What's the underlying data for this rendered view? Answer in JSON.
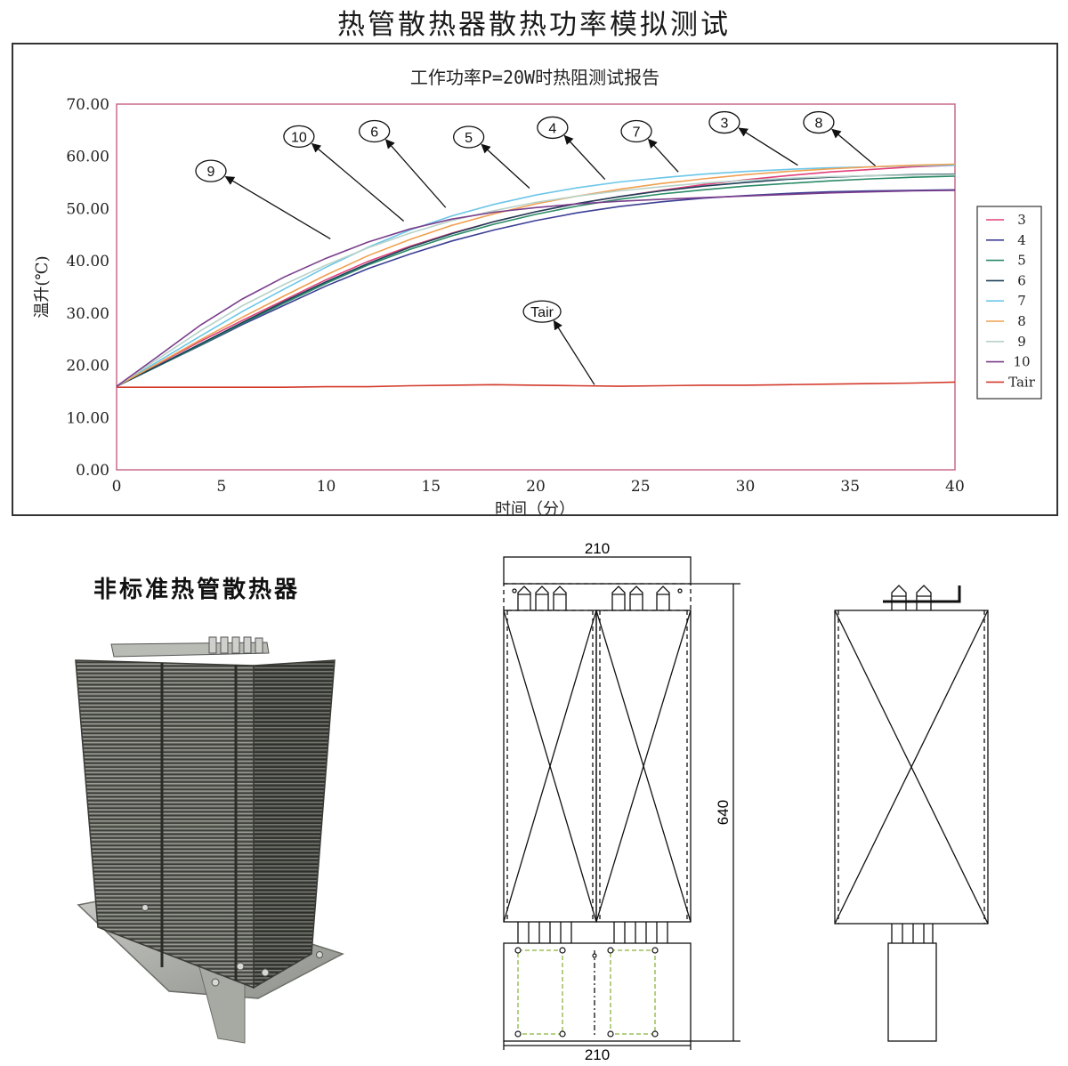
{
  "page_title": "热管散热器散热功率模拟测试",
  "chart_data": {
    "type": "line",
    "title": "工作功率P=20W时热阻测试报告",
    "xlabel": "时间（分）",
    "ylabel": "温升(℃)",
    "xlim": [
      0,
      40
    ],
    "ylim": [
      0,
      70
    ],
    "x_ticks": [
      "0",
      "5",
      "10",
      "15",
      "20",
      "25",
      "30",
      "35",
      "40"
    ],
    "y_ticks": [
      "0.00",
      "10.00",
      "20.00",
      "30.00",
      "40.00",
      "50.00",
      "60.00",
      "70.00"
    ],
    "legend_position": "right",
    "x": [
      0,
      2,
      4,
      6,
      8,
      10,
      12,
      14,
      16,
      18,
      20,
      22,
      24,
      26,
      28,
      30,
      32,
      34,
      36,
      38,
      40
    ],
    "series": [
      {
        "name": "3",
        "color": "#e0407a",
        "values": [
          16,
          20.3,
          24.6,
          28.6,
          32.5,
          36.4,
          39.9,
          42.8,
          45.3,
          47.5,
          49.4,
          51.0,
          52.3,
          53.5,
          54.6,
          55.5,
          56.3,
          57.0,
          57.5,
          58.0,
          58.3
        ]
      },
      {
        "name": "4",
        "color": "#3c3f94",
        "values": [
          16,
          19.9,
          23.8,
          27.8,
          31.5,
          35.2,
          38.5,
          41.3,
          43.8,
          45.9,
          47.7,
          49.2,
          50.4,
          51.3,
          52.0,
          52.5,
          52.9,
          53.2,
          53.4,
          53.5,
          53.6
        ]
      },
      {
        "name": "5",
        "color": "#2a8a66",
        "values": [
          16,
          19.9,
          23.9,
          28.0,
          31.9,
          35.7,
          39.2,
          42.2,
          44.8,
          47.0,
          48.9,
          50.5,
          51.8,
          52.8,
          53.6,
          54.3,
          54.8,
          55.3,
          55.7,
          56.0,
          56.2
        ]
      },
      {
        "name": "6",
        "color": "#1d3f58",
        "values": [
          16,
          20.0,
          24.1,
          28.2,
          32.2,
          36.0,
          39.5,
          42.6,
          45.2,
          47.5,
          49.4,
          51.0,
          52.3,
          53.4,
          54.3,
          55.0,
          55.6,
          56.0,
          56.3,
          56.5,
          56.6
        ]
      },
      {
        "name": "7",
        "color": "#6cc6e8",
        "values": [
          16,
          20.8,
          25.6,
          30.3,
          34.6,
          38.8,
          42.6,
          45.9,
          48.6,
          50.8,
          52.6,
          54.0,
          55.1,
          55.9,
          56.6,
          57.1,
          57.5,
          57.8,
          58.0,
          58.2,
          58.3
        ]
      },
      {
        "name": "8",
        "color": "#f0a050",
        "values": [
          16,
          20.4,
          24.9,
          29.2,
          33.3,
          37.3,
          41.0,
          44.1,
          46.8,
          49.0,
          50.9,
          52.4,
          53.7,
          54.8,
          55.7,
          56.5,
          57.1,
          57.6,
          58.0,
          58.3,
          58.5
        ]
      },
      {
        "name": "9",
        "color": "#b8d2c8",
        "values": [
          16,
          21.3,
          26.6,
          31.4,
          35.5,
          39.2,
          42.5,
          45.3,
          47.7,
          49.6,
          51.2,
          52.4,
          53.4,
          54.2,
          54.9,
          55.4,
          55.8,
          56.1,
          56.3,
          56.4,
          56.5
        ]
      },
      {
        "name": "10",
        "color": "#7a3d8c",
        "values": [
          16,
          21.8,
          27.7,
          32.7,
          36.9,
          40.5,
          43.6,
          46.1,
          48.0,
          49.3,
          50.2,
          50.9,
          51.4,
          51.8,
          52.1,
          52.4,
          52.7,
          53.0,
          53.2,
          53.4,
          53.5
        ]
      },
      {
        "name": "Tair",
        "color": "#d33a2c",
        "values": [
          15.8,
          15.8,
          15.8,
          15.8,
          15.8,
          15.9,
          15.9,
          16.1,
          16.2,
          16.3,
          16.2,
          16.1,
          16.0,
          16.1,
          16.2,
          16.2,
          16.3,
          16.4,
          16.5,
          16.6,
          16.8
        ]
      }
    ],
    "annotations": [
      {
        "label": "3",
        "x": 29,
        "y": 66.5,
        "tx": 32.5,
        "ty": 58.3
      },
      {
        "label": "8",
        "x": 33.5,
        "y": 66.5,
        "tx": 36.2,
        "ty": 58.2
      },
      {
        "label": "4",
        "x": 20.8,
        "y": 65.5,
        "tx": 23.3,
        "ty": 55.6
      },
      {
        "label": "7",
        "x": 24.8,
        "y": 64.8,
        "tx": 26.8,
        "ty": 57.0
      },
      {
        "label": "5",
        "x": 16.8,
        "y": 63.7,
        "tx": 19.7,
        "ty": 53.9
      },
      {
        "label": "6",
        "x": 12.3,
        "y": 64.8,
        "tx": 15.7,
        "ty": 50.2
      },
      {
        "label": "10",
        "x": 8.7,
        "y": 63.8,
        "tx": 13.7,
        "ty": 47.6
      },
      {
        "label": "9",
        "x": 4.5,
        "y": 57.2,
        "tx": 10.2,
        "ty": 44.2
      },
      {
        "label": "Tair",
        "x": 20.3,
        "y": 30.3,
        "tx": 22.8,
        "ty": 16.3
      }
    ]
  },
  "product_title": "非标准热管散热器",
  "drawing": {
    "top_width": "210",
    "height": "640",
    "bottom_width": "210"
  }
}
